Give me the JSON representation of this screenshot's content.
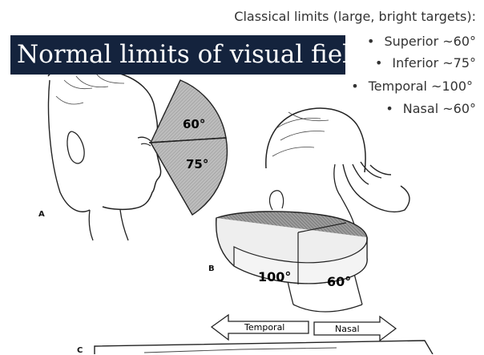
{
  "title": "Normal limits of visual field",
  "limits": {
    "heading": "Classical limits (large, bright targets):",
    "items": [
      {
        "label": "Superior ~60°"
      },
      {
        "label": "Inferior ~75°"
      },
      {
        "label": "Temporal ~100°"
      },
      {
        "label": "Nasal ~60°"
      }
    ]
  },
  "figure": {
    "panel_a": {
      "label": "A",
      "upper_angle": "60°",
      "lower_angle": "75°"
    },
    "panel_b": {
      "label": "B",
      "temporal_angle": "100°",
      "nasal_angle": "60°"
    },
    "panel_c": {
      "label": "C"
    },
    "arrows": {
      "temporal": "Temporal",
      "nasal": "Nasal"
    }
  },
  "colors": {
    "title_background": "#14233d",
    "title_text": "#ffffff",
    "sector_fill": "#b9b9b9"
  }
}
